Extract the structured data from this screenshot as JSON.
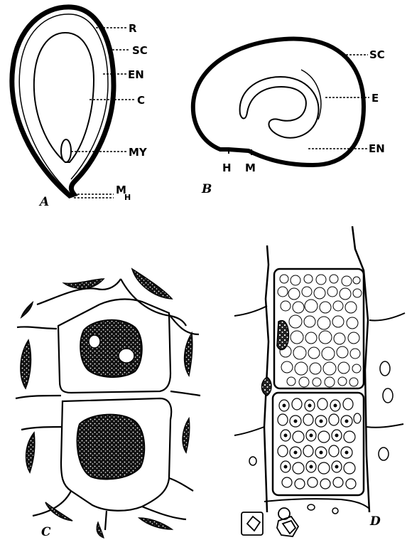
{
  "figure": {
    "panel_a": {
      "letter": "A",
      "labels": {
        "r": "R",
        "sc": "SC",
        "en": "EN",
        "c": "C",
        "my": "MY",
        "m": "M",
        "h": "H"
      }
    },
    "panel_b": {
      "letter": "B",
      "labels": {
        "sc": "SC",
        "e": "E",
        "en": "EN",
        "h": "H",
        "m": "M"
      }
    },
    "panel_c": {
      "letter": "C"
    },
    "panel_d": {
      "letter": "D"
    }
  }
}
